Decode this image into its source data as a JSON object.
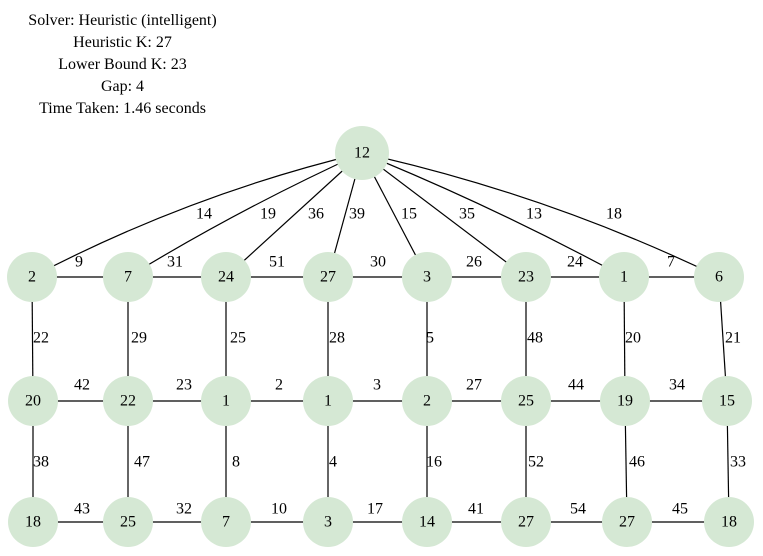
{
  "info": {
    "solver": "Solver: Heuristic (intelligent)",
    "heuristic_k": "Heuristic K: 27",
    "lower_bound_k": "Lower Bound K: 23",
    "gap": "Gap: 4",
    "time_taken": "Time Taken: 1.46 seconds"
  },
  "graph": {
    "node_color": "#d5e8d4",
    "nodes": [
      {
        "id": "top",
        "label": "12"
      },
      {
        "id": "r1c1",
        "label": "2"
      },
      {
        "id": "r1c2",
        "label": "7"
      },
      {
        "id": "r1c3",
        "label": "24"
      },
      {
        "id": "r1c4",
        "label": "27"
      },
      {
        "id": "r1c5",
        "label": "3"
      },
      {
        "id": "r1c6",
        "label": "23"
      },
      {
        "id": "r1c7",
        "label": "1"
      },
      {
        "id": "r1c8",
        "label": "6"
      },
      {
        "id": "r2c1",
        "label": "20"
      },
      {
        "id": "r2c2",
        "label": "22"
      },
      {
        "id": "r2c3",
        "label": "1"
      },
      {
        "id": "r2c4",
        "label": "1"
      },
      {
        "id": "r2c5",
        "label": "2"
      },
      {
        "id": "r2c6",
        "label": "25"
      },
      {
        "id": "r2c7",
        "label": "19"
      },
      {
        "id": "r2c8",
        "label": "15"
      },
      {
        "id": "r3c1",
        "label": "18"
      },
      {
        "id": "r3c2",
        "label": "25"
      },
      {
        "id": "r3c3",
        "label": "7"
      },
      {
        "id": "r3c4",
        "label": "3"
      },
      {
        "id": "r3c5",
        "label": "14"
      },
      {
        "id": "r3c6",
        "label": "27"
      },
      {
        "id": "r3c7",
        "label": "27"
      },
      {
        "id": "r3c8",
        "label": "18"
      }
    ],
    "edges": [
      {
        "from": "top",
        "to": "r1c1",
        "label": "14"
      },
      {
        "from": "top",
        "to": "r1c2",
        "label": "19"
      },
      {
        "from": "top",
        "to": "r1c3",
        "label": "36"
      },
      {
        "from": "top",
        "to": "r1c4",
        "label": "39"
      },
      {
        "from": "top",
        "to": "r1c5",
        "label": "15"
      },
      {
        "from": "top",
        "to": "r1c6",
        "label": "35"
      },
      {
        "from": "top",
        "to": "r1c7",
        "label": "13"
      },
      {
        "from": "top",
        "to": "r1c8",
        "label": "18"
      },
      {
        "from": "r1c1",
        "to": "r1c2",
        "label": "9"
      },
      {
        "from": "r1c2",
        "to": "r1c3",
        "label": "31"
      },
      {
        "from": "r1c3",
        "to": "r1c4",
        "label": "51"
      },
      {
        "from": "r1c4",
        "to": "r1c5",
        "label": "30"
      },
      {
        "from": "r1c5",
        "to": "r1c6",
        "label": "26"
      },
      {
        "from": "r1c6",
        "to": "r1c7",
        "label": "24"
      },
      {
        "from": "r1c7",
        "to": "r1c8",
        "label": "7"
      },
      {
        "from": "r1c1",
        "to": "r2c1",
        "label": "22"
      },
      {
        "from": "r1c2",
        "to": "r2c2",
        "label": "29"
      },
      {
        "from": "r1c3",
        "to": "r2c3",
        "label": "25"
      },
      {
        "from": "r1c4",
        "to": "r2c4",
        "label": "28"
      },
      {
        "from": "r1c5",
        "to": "r2c5",
        "label": "5"
      },
      {
        "from": "r1c6",
        "to": "r2c6",
        "label": "48"
      },
      {
        "from": "r1c7",
        "to": "r2c7",
        "label": "20"
      },
      {
        "from": "r1c8",
        "to": "r2c8",
        "label": "21"
      },
      {
        "from": "r2c1",
        "to": "r2c2",
        "label": "42"
      },
      {
        "from": "r2c2",
        "to": "r2c3",
        "label": "23"
      },
      {
        "from": "r2c3",
        "to": "r2c4",
        "label": "2"
      },
      {
        "from": "r2c4",
        "to": "r2c5",
        "label": "3"
      },
      {
        "from": "r2c5",
        "to": "r2c6",
        "label": "27"
      },
      {
        "from": "r2c6",
        "to": "r2c7",
        "label": "44"
      },
      {
        "from": "r2c7",
        "to": "r2c8",
        "label": "34"
      },
      {
        "from": "r2c1",
        "to": "r3c1",
        "label": "38"
      },
      {
        "from": "r2c2",
        "to": "r3c2",
        "label": "47"
      },
      {
        "from": "r2c3",
        "to": "r3c3",
        "label": "8"
      },
      {
        "from": "r2c4",
        "to": "r3c4",
        "label": "4"
      },
      {
        "from": "r2c5",
        "to": "r3c5",
        "label": "16"
      },
      {
        "from": "r2c6",
        "to": "r3c6",
        "label": "52"
      },
      {
        "from": "r2c7",
        "to": "r3c7",
        "label": "46"
      },
      {
        "from": "r2c8",
        "to": "r3c8",
        "label": "33"
      },
      {
        "from": "r3c1",
        "to": "r3c2",
        "label": "43"
      },
      {
        "from": "r3c2",
        "to": "r3c3",
        "label": "32"
      },
      {
        "from": "r3c3",
        "to": "r3c4",
        "label": "10"
      },
      {
        "from": "r3c4",
        "to": "r3c5",
        "label": "17"
      },
      {
        "from": "r3c5",
        "to": "r3c6",
        "label": "41"
      },
      {
        "from": "r3c6",
        "to": "r3c7",
        "label": "54"
      },
      {
        "from": "r3c7",
        "to": "r3c8",
        "label": "45"
      }
    ]
  }
}
